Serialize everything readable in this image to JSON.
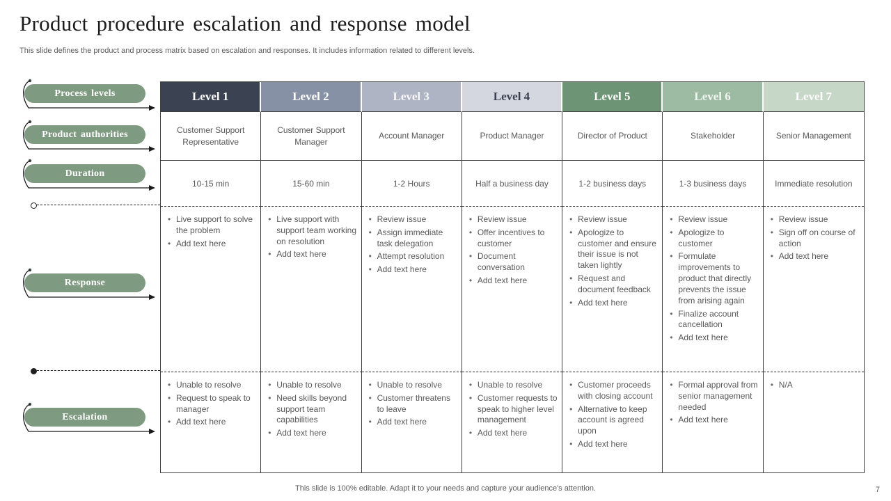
{
  "slide": {
    "title": "Product procedure escalation and response model",
    "subtitle": "This slide defines the product and process matrix based on escalation and responses. It includes information related to different levels.",
    "footer": "This slide is 100% editable. Adapt it to your needs and capture your audience's attention.",
    "page_number": "7"
  },
  "row_labels": {
    "process_levels": "Process levels",
    "product_authorities": "Product  authorities",
    "duration": "Duration",
    "response": "Response",
    "escalation": "Escalation"
  },
  "colors": {
    "pill_green": "#7e9b81",
    "arrow_black": "#1a1a1a",
    "level_header_colors": [
      "#3b4252",
      "#8791a5",
      "#aeb4c4",
      "#d4d7df",
      "#6d9475",
      "#9dbaa2",
      "#c6d7c8"
    ],
    "level_text_colors": [
      "#ffffff",
      "#ffffff",
      "#f7f8fa",
      "#3a4150",
      "#ffffff",
      "#f2f6f2",
      "#fdfefd"
    ]
  },
  "table": {
    "columns": [
      {
        "level": "Level 1",
        "authority": "Customer Support Representative",
        "duration": "10-15 min",
        "response": [
          "Live support to solve the problem",
          "Add text here"
        ],
        "escalation": [
          "Unable to resolve",
          "Request to speak to manager",
          "Add text here"
        ]
      },
      {
        "level": "Level 2",
        "authority": "Customer Support Manager",
        "duration": "15-60 min",
        "response": [
          "Live support with support team working on resolution",
          "Add text here"
        ],
        "escalation": [
          "Unable to resolve",
          "Need skills beyond support team capabilities",
          "Add text here"
        ]
      },
      {
        "level": "Level 3",
        "authority": "Account Manager",
        "duration": "1-2 Hours",
        "response": [
          "Review issue",
          "Assign immediate task delegation",
          "Attempt resolution",
          "Add text here"
        ],
        "escalation": [
          "Unable to resolve",
          "Customer threatens to leave",
          "Add text here"
        ]
      },
      {
        "level": "Level 4",
        "authority": "Product Manager",
        "duration": "Half a business day",
        "response": [
          "Review issue",
          "Offer incentives to customer",
          "Document conversation",
          "Add text here"
        ],
        "escalation": [
          "Unable to resolve",
          "Customer requests to speak to higher level management",
          "Add text here"
        ]
      },
      {
        "level": "Level 5",
        "authority": "Director of Product",
        "duration": "1-2 business days",
        "response": [
          "Review issue",
          "Apologize to customer and ensure their issue is not taken lightly",
          "Request and document feedback",
          "Add text here"
        ],
        "escalation": [
          "Customer proceeds with closing account",
          "Alternative to keep account is agreed upon",
          "Add text here"
        ]
      },
      {
        "level": "Level 6",
        "authority": "Stakeholder",
        "duration": "1-3 business days",
        "response": [
          "Review issue",
          "Apologize to customer",
          "Formulate improvements to product that directly prevents the issue from arising again",
          "Finalize account cancellation",
          "Add text here"
        ],
        "escalation": [
          "Formal approval from senior management needed",
          "Add text here"
        ]
      },
      {
        "level": "Level 7",
        "authority": "Senior Management",
        "duration": "Immediate resolution",
        "response": [
          "Review issue",
          "Sign off on course of action",
          "Add text here"
        ],
        "escalation": [
          "N/A"
        ]
      }
    ]
  }
}
